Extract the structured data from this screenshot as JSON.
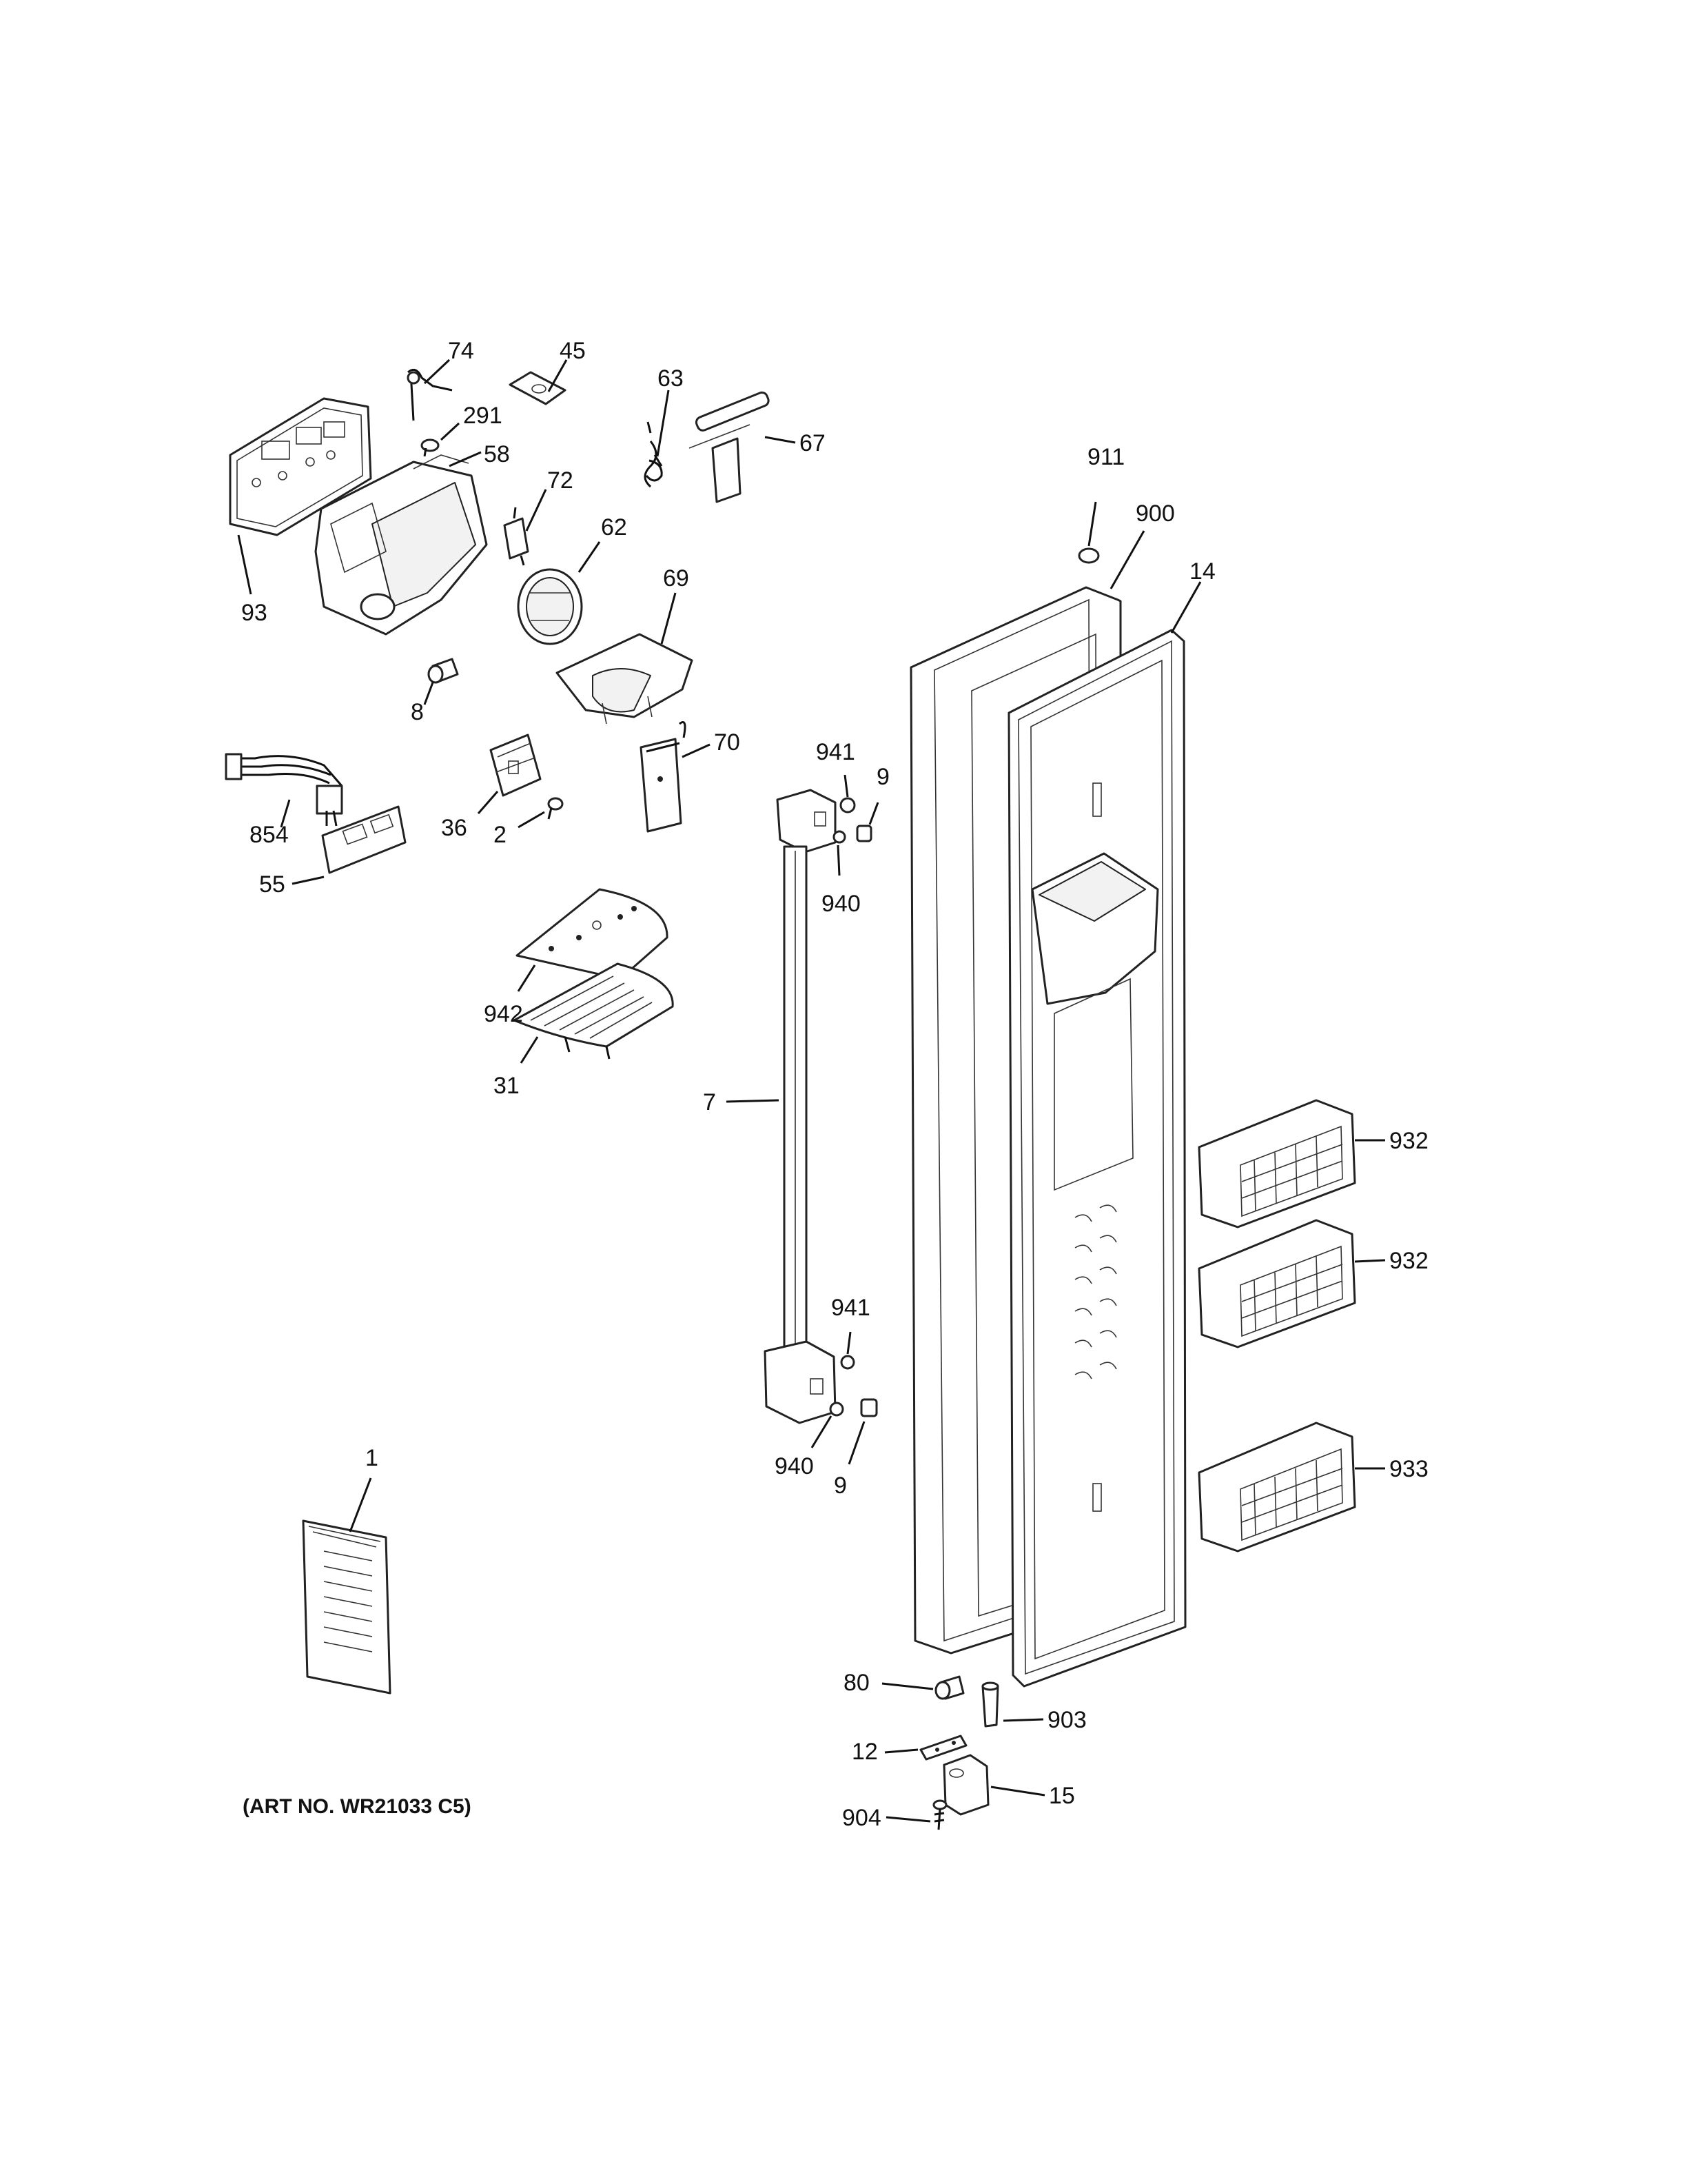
{
  "art_number": "(ART NO. WR21033 C5)",
  "labels": {
    "p74": "74",
    "p45": "45",
    "p63": "63",
    "p291": "291",
    "p58": "58",
    "p67": "67",
    "p72": "72",
    "p62": "62",
    "p93": "93",
    "p69": "69",
    "p8": "8",
    "p911": "911",
    "p900": "900",
    "p14": "14",
    "p941_top": "941",
    "p9_top": "9",
    "p70": "70",
    "p854": "854",
    "p36": "36",
    "p2": "2",
    "p55": "55",
    "p940_top": "940",
    "p942": "942",
    "p31": "31",
    "p7": "7",
    "p932_a": "932",
    "p932_b": "932",
    "p941_bot": "941",
    "p940_bot": "940",
    "p9_bot": "9",
    "p933": "933",
    "p1": "1",
    "p80": "80",
    "p903": "903",
    "p12": "12",
    "p15": "15",
    "p904": "904"
  }
}
